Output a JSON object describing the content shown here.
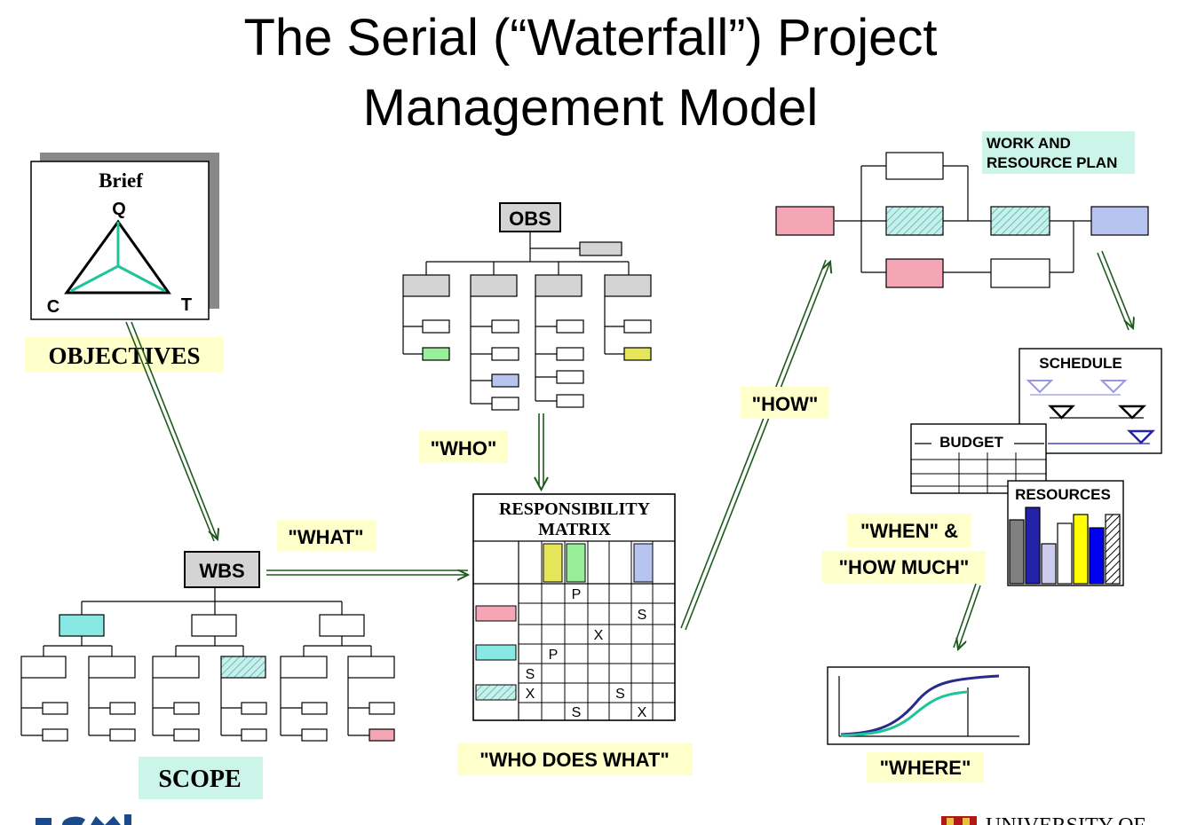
{
  "title": {
    "line1": "The Serial (“Waterfall”) Project",
    "line2": "Management Model"
  },
  "brief": {
    "heading": "Brief",
    "vertex_q": "Q",
    "vertex_c": "C",
    "vertex_t": "T",
    "caption": "OBJECTIVES"
  },
  "obs": {
    "label": "OBS",
    "caption": "\"WHO\""
  },
  "wbs": {
    "label": "WBS",
    "caption": "SCOPE"
  },
  "what_label": "\"WHAT\"",
  "matrix": {
    "title_line1": "RESPONSIBILITY",
    "title_line2": "MATRIX",
    "caption": "\"WHO DOES WHAT\"",
    "cells": [
      {
        "row": 0,
        "col": 3,
        "text": "P"
      },
      {
        "row": 1,
        "col": 6,
        "text": "S"
      },
      {
        "row": 2,
        "col": 4,
        "text": "X"
      },
      {
        "row": 3,
        "col": 2,
        "text": "P"
      },
      {
        "row": 4,
        "col": 1,
        "text": "S"
      },
      {
        "row": 5,
        "col": 1,
        "text": "X"
      },
      {
        "row": 5,
        "col": 5,
        "text": "S"
      },
      {
        "row": 6,
        "col": 3,
        "text": "S"
      },
      {
        "row": 6,
        "col": 6,
        "text": "X"
      }
    ]
  },
  "how_label": "\"HOW\"",
  "network": {
    "label_line1": "WORK AND",
    "label_line2": "RESOURCE PLAN"
  },
  "schedule_label": "SCHEDULE",
  "budget_label": "BUDGET",
  "resources": {
    "label": "RESOURCES",
    "bars": [
      {
        "value": 0.72,
        "color": "#808080"
      },
      {
        "value": 0.86,
        "color": "#2222aa"
      },
      {
        "value": 0.45,
        "color": "#ccccee"
      },
      {
        "value": 0.68,
        "color": "#ffffff"
      },
      {
        "value": 0.78,
        "color": "#ffff00"
      },
      {
        "value": 0.63,
        "color": "#0000ee"
      },
      {
        "value": 0.78,
        "color": "hatch"
      }
    ]
  },
  "when_label": "\"WHEN\" &",
  "howmuch_label": "\"HOW MUCH\"",
  "where_label": "\"WHERE\"",
  "footer": {
    "right_text": "UNIVERSITY OF"
  },
  "colors": {
    "arrow": "#1e5a1e",
    "label_bg": "#ffffcc",
    "scope_bg": "#ccf5ea",
    "network_label_bg": "#ccf5ea",
    "pink": "#f4a6b4",
    "cyan": "#88e8e4",
    "green": "#99ee99",
    "yellow": "#e6e65a",
    "lavender": "#b8c4f0",
    "grey_box": "#d4d4d4",
    "triangle_inner": "#1dc59a"
  }
}
